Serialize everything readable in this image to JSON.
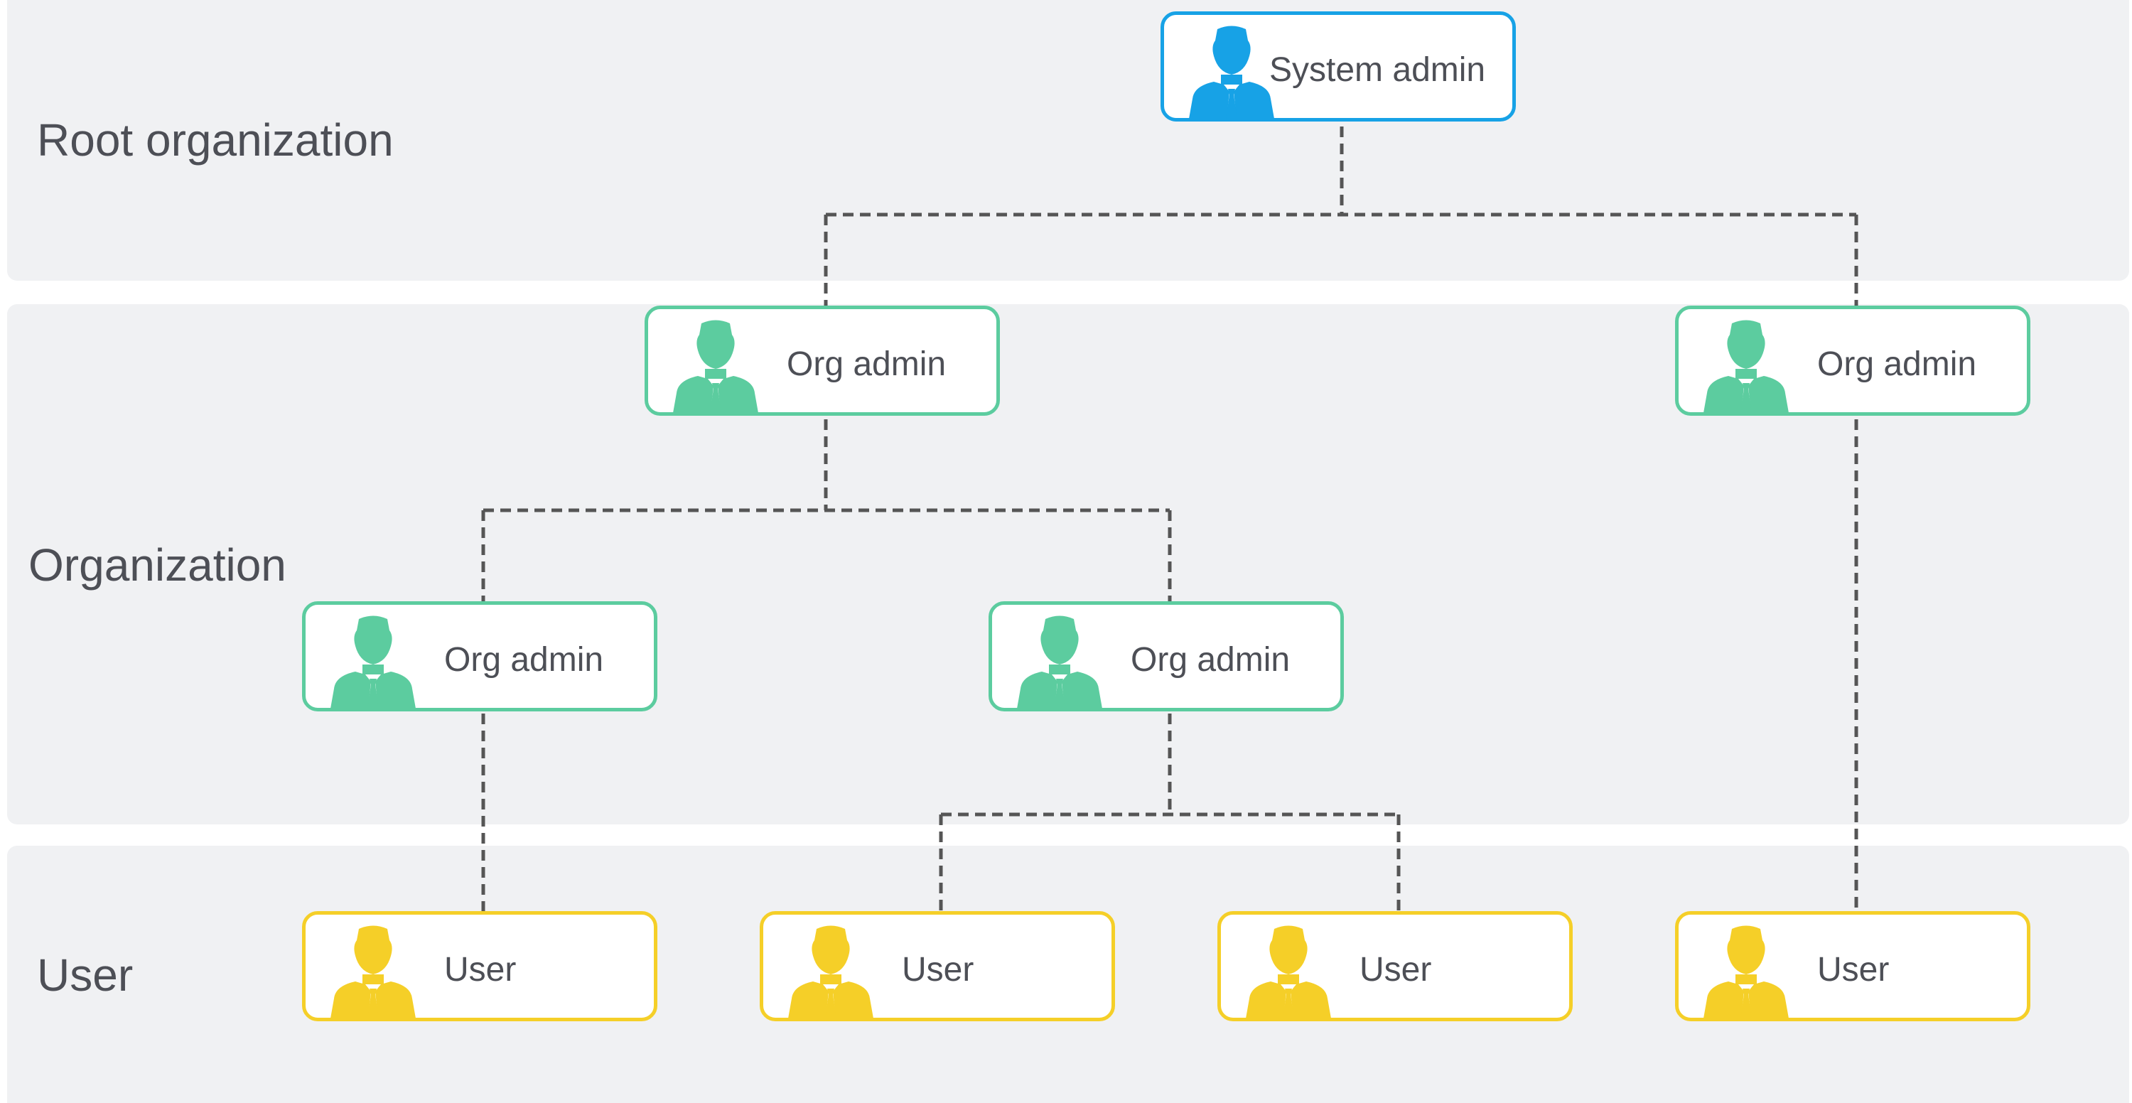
{
  "levels": {
    "root": "Root organization",
    "organization": "Organization",
    "user": "User"
  },
  "nodes": {
    "system_admin": "System admin",
    "org_admin": "Org admin",
    "user": "User"
  },
  "colors": {
    "system_admin": "#17a2e6",
    "org_admin": "#5ccc9f",
    "user": "#f5cf28",
    "band": "#f0f1f3",
    "connector": "#555555",
    "text": "#4d4f56"
  },
  "icons": {
    "person": "person-with-tie-icon"
  }
}
